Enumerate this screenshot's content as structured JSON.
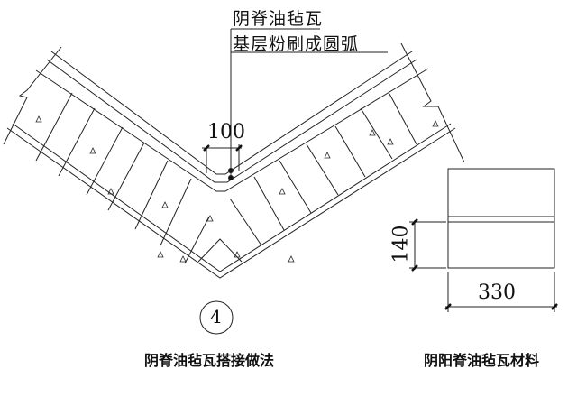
{
  "labels": {
    "line1": "阴脊油毡瓦",
    "line2": "基层粉刷成圆弧"
  },
  "dimensions": {
    "gap": "100",
    "height": "140",
    "width": "330"
  },
  "detail_number": "4",
  "captions": {
    "left": "阴脊油毡瓦搭接做法",
    "right": "阴阳脊油毡瓦材料"
  }
}
